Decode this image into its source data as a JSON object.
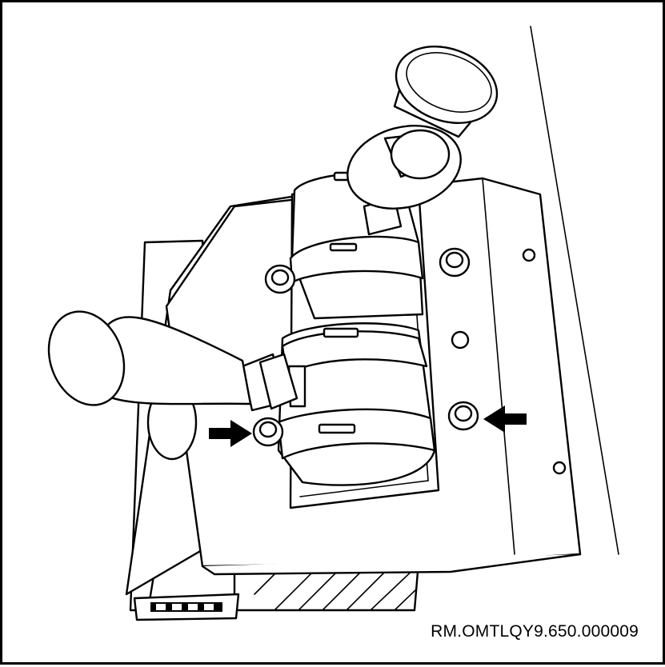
{
  "figure": {
    "reference_code": "RM.OMTLQY9.650.000009",
    "arrows": [
      {
        "name": "left-pointer-arrow",
        "direction": "right"
      },
      {
        "name": "right-pointer-arrow",
        "direction": "left"
      }
    ]
  }
}
